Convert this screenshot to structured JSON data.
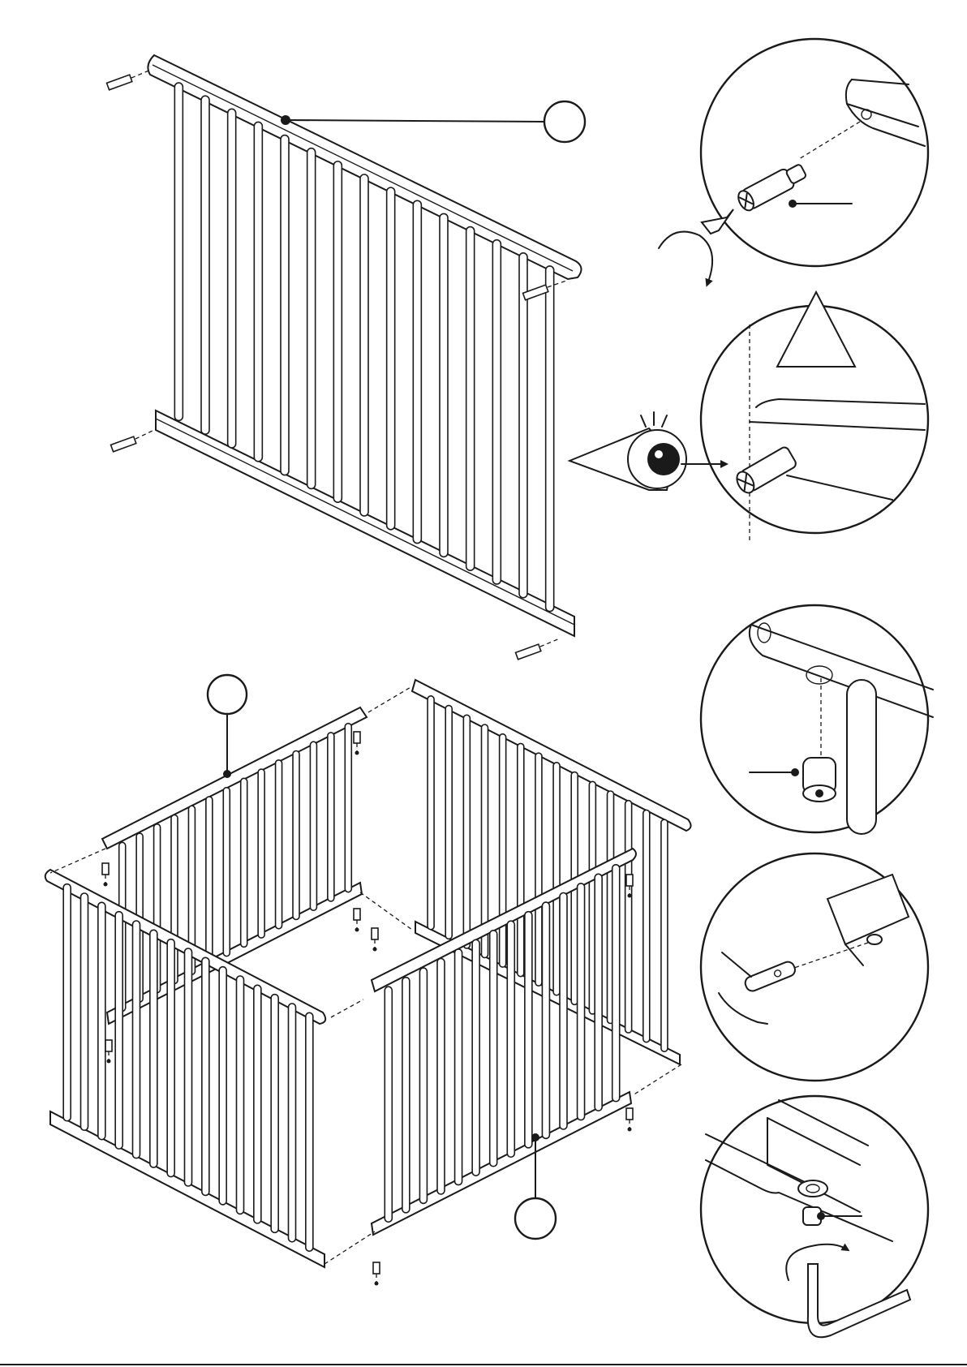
{
  "diagram": {
    "kind": "assembly-instruction",
    "callouts": [
      {
        "id": "A",
        "label": ""
      },
      {
        "id": "B",
        "label": ""
      },
      {
        "id": "C",
        "label": ""
      }
    ],
    "detail_views": [
      {
        "name": "dowel-insertion",
        "icon": "rotate-arrow-icon"
      },
      {
        "name": "dowel-alignment-check",
        "icon": "warning-triangle-icon"
      },
      {
        "name": "barrel-nut-insertion"
      },
      {
        "name": "bolt-into-barrel-nut"
      },
      {
        "name": "allen-key-tightening",
        "icon": "allen-key-icon"
      }
    ],
    "accent_color": "#1a1a1a"
  }
}
